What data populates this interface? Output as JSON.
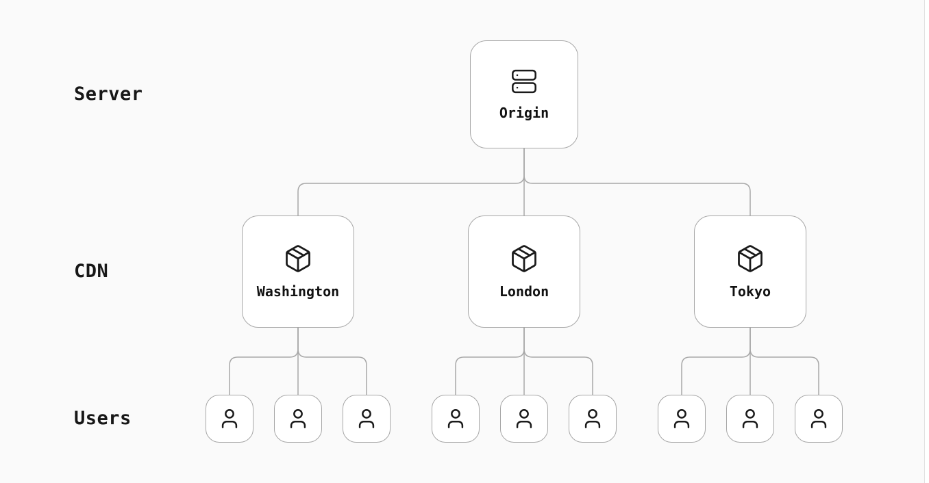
{
  "page": {
    "background_color": "#fafafa"
  },
  "diagram": {
    "row_labels": {
      "server": "Server",
      "cdn": "CDN",
      "users": "Users"
    },
    "origin": {
      "label": "Origin",
      "icon": "server-icon"
    },
    "cdn": [
      {
        "label": "Washington",
        "icon": "package-icon"
      },
      {
        "label": "London",
        "icon": "package-icon"
      },
      {
        "label": "Tokyo",
        "icon": "package-icon"
      }
    ],
    "users_per_cdn": 3,
    "colors": {
      "connector": "#a8a8a8",
      "node_border": "#a6a6a6",
      "node_fill": "#ffffff",
      "icon": "#1a1a1a",
      "label_text": "#111111"
    }
  }
}
